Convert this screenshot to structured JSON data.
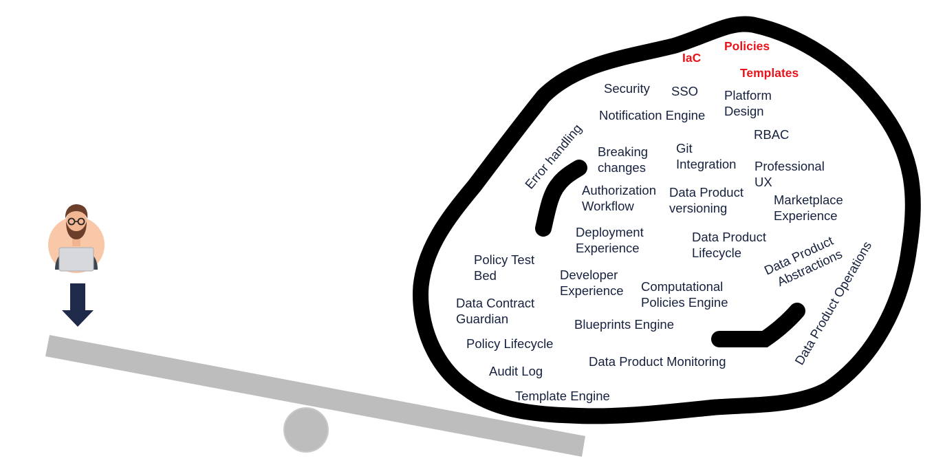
{
  "labels": {
    "iac": "IaC",
    "policies": "Policies",
    "templates": "Templates",
    "security": "Security",
    "sso": "SSO",
    "platform_design": [
      "Platform",
      "Design"
    ],
    "notification_engine": "Notification Engine",
    "rbac": "RBAC",
    "error_handling": "Error handling",
    "breaking_changes": [
      "Breaking",
      "changes"
    ],
    "git_integration": [
      "Git",
      "Integration"
    ],
    "professional_ux": [
      "Professional",
      "UX"
    ],
    "authorization_workflow": [
      "Authorization",
      "Workflow"
    ],
    "data_product_versioning": [
      "Data Product",
      "versioning"
    ],
    "marketplace_experience": [
      "Marketplace",
      "Experience"
    ],
    "deployment_experience": [
      "Deployment",
      "Experience"
    ],
    "data_product_lifecycle": [
      "Data Product",
      "Lifecycle"
    ],
    "data_product_abstractions": [
      "Data Product",
      "Abstractions"
    ],
    "data_product_operations": "Data Product Operations",
    "policy_test_bed": [
      "Policy Test",
      "Bed"
    ],
    "developer_experience": [
      "Developer",
      "Experience"
    ],
    "computational_policies_engine": [
      "Computational",
      "Policies Engine"
    ],
    "data_contract_guardian": [
      "Data Contract",
      "Guardian"
    ],
    "blueprints_engine": "Blueprints Engine",
    "policy_lifecycle": "Policy Lifecycle",
    "data_product_monitoring": "Data Product Monitoring",
    "audit_log": "Audit Log",
    "template_engine": "Template Engine"
  },
  "icons": {
    "person": "developer-with-laptop-icon",
    "arrow": "down-arrow-icon"
  },
  "colors": {
    "text": "#16213e",
    "highlight": "#e8141c",
    "blob_outline": "#000000",
    "seesaw": "#bdbdbd",
    "arrow": "#1f2a4a",
    "avatar_bg": "#f9c8a8"
  }
}
